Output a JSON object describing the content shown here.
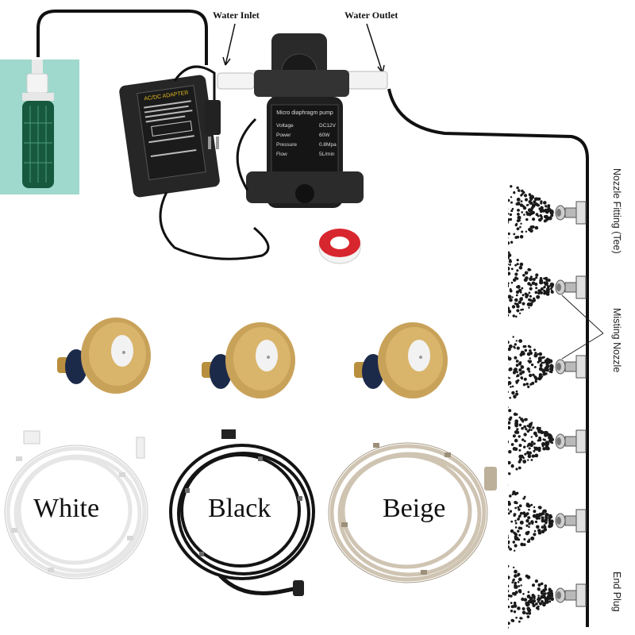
{
  "labels": {
    "water_inlet": "Water Inlet",
    "water_outlet": "Water Outlet",
    "nozzle_fitting": "Nozzle Fitting (Tee)",
    "misting_nozzle": "Misting Nozzle",
    "end_plug": "End Plug"
  },
  "tubing": [
    {
      "label": "White",
      "color": "#f2f2f2"
    },
    {
      "label": "Black",
      "color": "#141414"
    },
    {
      "label": "Beige",
      "color": "#cfc4b2"
    }
  ],
  "adapter": {
    "title": "AC/DC ADAPTER"
  },
  "pump": {
    "title": "Micro diaphragm pump",
    "specs": [
      {
        "key": "Voltage",
        "value": "DC12V"
      },
      {
        "key": "Power",
        "value": "60W"
      },
      {
        "key": "Pressure",
        "value": "0.8Mpa"
      },
      {
        "key": "Flow",
        "value": "5L/min"
      }
    ]
  },
  "colors": {
    "filter_bg": "#9fd8cc",
    "brass": "#c9a25a",
    "tube_black": "#111111",
    "teflon_red": "#d8262e"
  },
  "icons": [
    "filter-icon",
    "power-adapter-icon",
    "diaphragm-pump-icon",
    "teflon-tape-icon",
    "brass-nozzle-icon",
    "tee-fitting-icon",
    "mist-spray-icon"
  ]
}
